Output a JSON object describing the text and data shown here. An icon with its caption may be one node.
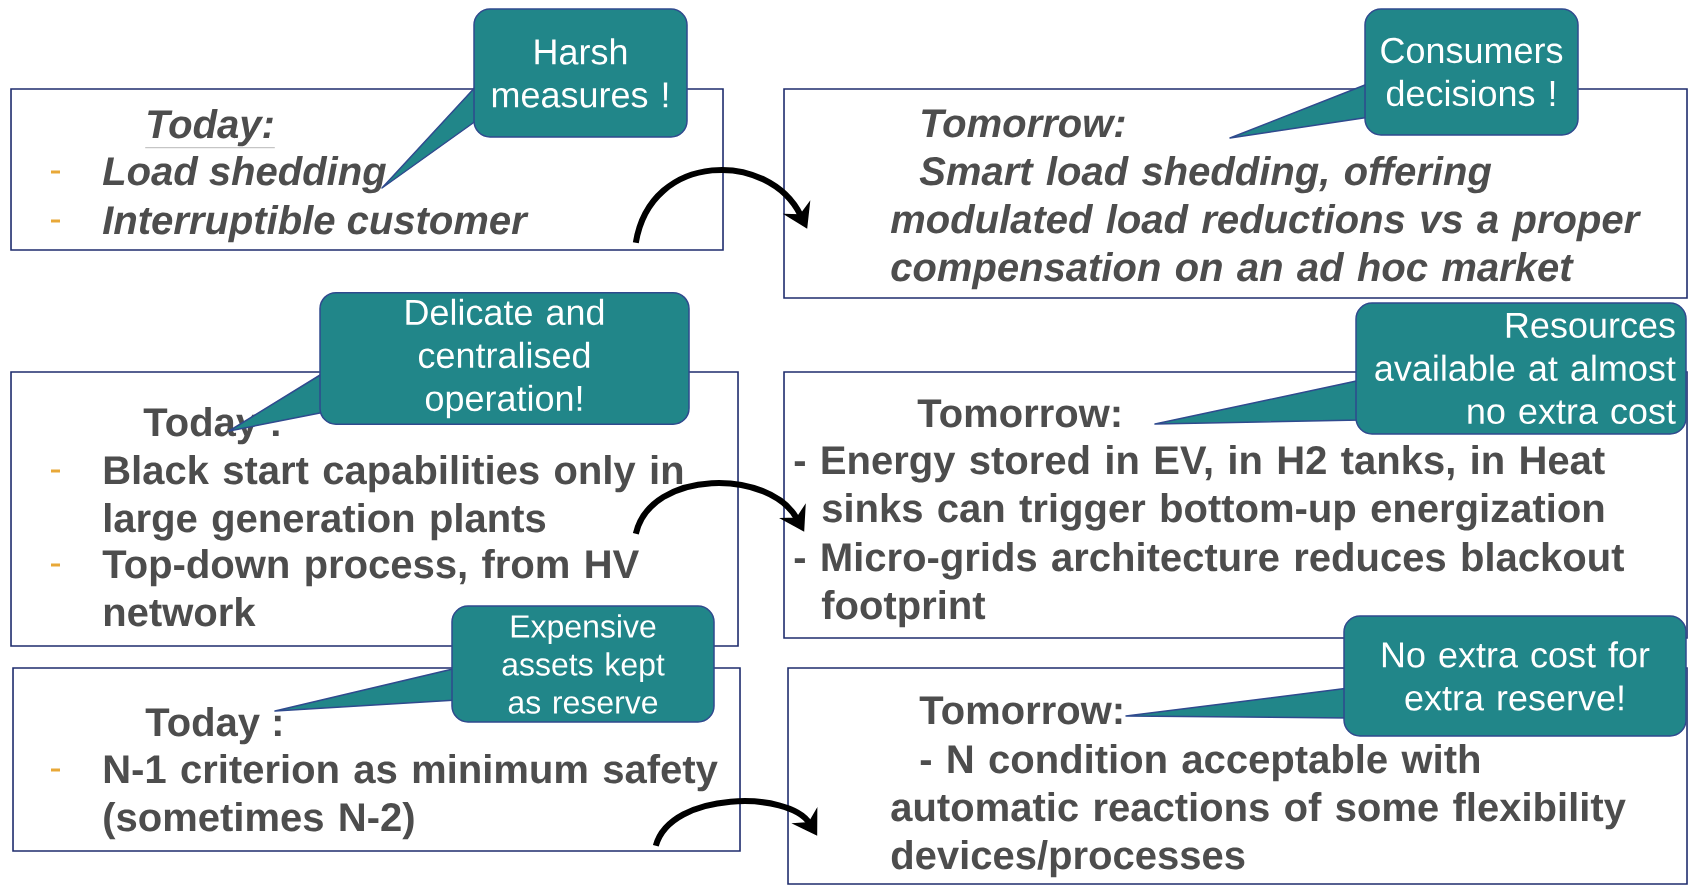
{
  "diagram": {
    "nodes": [
      {
        "text": [
          "Today:",
          "Load shedding",
          "Interruptible customer"
        ]
      },
      {
        "text": [
          "Harsh measures !"
        ]
      },
      {
        "text": [
          "Tomorrow:",
          "Smart load shedding, offering modulated load reductions vs a proper compensation on an ad hoc market"
        ]
      },
      {
        "text": [
          "Consumers decisions !"
        ]
      },
      {
        "text": [
          "Today :",
          "Black start capabilities only in large generation plants",
          "Top-down process, from HV network"
        ]
      },
      {
        "text": [
          "Delicate and centralised operation!"
        ]
      },
      {
        "text": [
          "Tomorrow:",
          "- Energy stored in EV, in H2 tanks, in Heat sinks can trigger bottom-up energization",
          "- Micro-grids architecture reduces blackout footprint"
        ]
      },
      {
        "text": [
          "Resources available at almost no extra cost"
        ]
      },
      {
        "text": [
          "Today :",
          "N-1 criterion as minimum safety (sometimes N-2)"
        ]
      },
      {
        "text": [
          "Expensive assets kept as reserve"
        ]
      },
      {
        "text": [
          "Tomorrow:",
          "- N condition acceptable with automatic reactions of some flexibility devices/processes"
        ]
      },
      {
        "text": [
          "No extra cost for extra reserve!"
        ]
      }
    ],
    "edges": [
      {
        "from": 0,
        "to": 2,
        "arrow": "to"
      },
      {
        "from": 4,
        "to": 6,
        "arrow": "to"
      },
      {
        "from": 8,
        "to": 10,
        "arrow": "to"
      }
    ]
  }
}
